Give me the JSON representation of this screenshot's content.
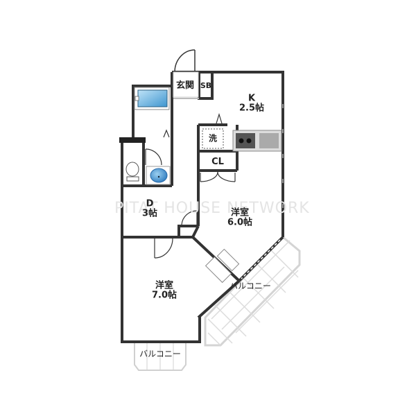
{
  "watermark": "PITAT HOUSE NETWORK",
  "rooms": {
    "entrance": {
      "label": "玄関"
    },
    "shoe_box": {
      "label": "SB"
    },
    "kitchen": {
      "label": "K",
      "size": "2.5帖"
    },
    "washer": {
      "label": "洗"
    },
    "closet": {
      "label": "CL"
    },
    "dining": {
      "label": "D",
      "size": "3帖"
    },
    "western_room_1": {
      "label": "洋室",
      "size": "6.0帖"
    },
    "western_room_2": {
      "label": "洋室",
      "size": "7.0帖"
    },
    "balcony_diagonal": {
      "label": "バルコニー"
    },
    "balcony_bottom": {
      "label": "バルコニー"
    }
  },
  "colors": {
    "wall": "#333333",
    "balcony_grid": "#d0d0d0",
    "bathtub": "#5aa8d8",
    "sink": "#4a90d0",
    "stove": "#555555",
    "counter": "#aaaaaa"
  }
}
